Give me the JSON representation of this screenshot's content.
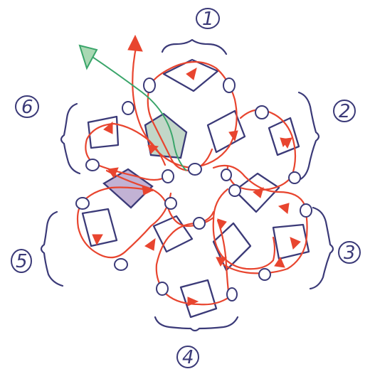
{
  "diagram": {
    "cluster_labels": [
      "1",
      "2",
      "3",
      "4",
      "5",
      "6"
    ],
    "colors": {
      "ink": "#3b3a78",
      "route": "#e8452f",
      "green_arrow": "#3aa56a",
      "shade_green": "#8fb79a",
      "shade_purple": "#9a7fb8"
    }
  }
}
